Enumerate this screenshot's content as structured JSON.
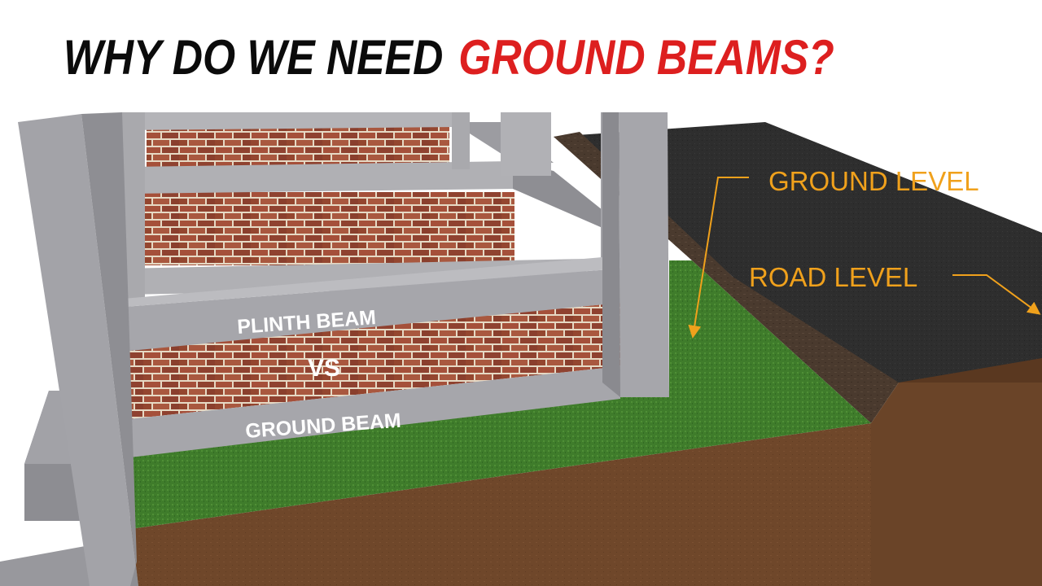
{
  "title": {
    "part1": "WHY DO WE NEED",
    "part2": "GROUND BEAMS?"
  },
  "labels": {
    "plinth_beam": "PLINTH BEAM",
    "vs": "VS",
    "ground_beam": "GROUND BEAM",
    "ground_level": "GROUND LEVEL",
    "road_level": "ROAD LEVEL"
  },
  "colors": {
    "title_dark": "#0b0b0b",
    "title_accent": "#dd1f1f",
    "annotation": "#f0a11c",
    "concrete": "#a9a9ad",
    "brick": "#9a4a33",
    "grass": "#3d7a2a",
    "soil": "#6f472a",
    "asphalt": "#2c2c2c"
  }
}
